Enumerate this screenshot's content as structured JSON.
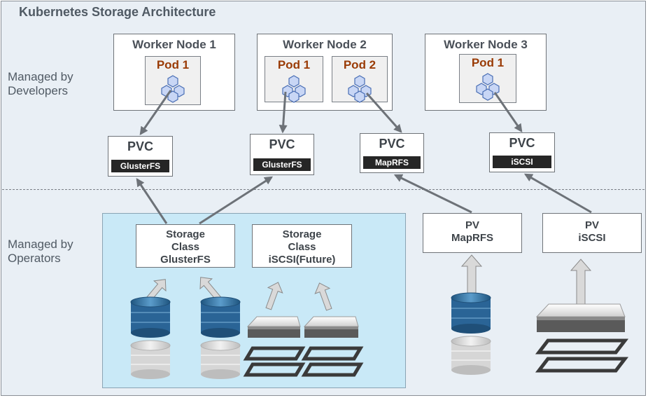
{
  "title": "Kubernetes Storage Architecture",
  "zones": {
    "developers": {
      "line1": "Managed by",
      "line2": "Developers"
    },
    "operators": {
      "line1": "Managed by",
      "line2": "Operators"
    }
  },
  "nodes": [
    {
      "title": "Worker Node 1",
      "pods": [
        "Pod 1"
      ]
    },
    {
      "title": "Worker Node 2",
      "pods": [
        "Pod 1",
        "Pod 2"
      ]
    },
    {
      "title": "Worker Node 3",
      "pods": [
        "Pod 1"
      ]
    }
  ],
  "pvcs": [
    {
      "label": "PVC",
      "tag": "GlusterFS"
    },
    {
      "label": "PVC",
      "tag": "GlusterFS"
    },
    {
      "label": "PVC",
      "tag": "MapRFS"
    },
    {
      "label": "PVC",
      "tag": "iSCSI"
    }
  ],
  "storage_classes": [
    {
      "line1": "Storage",
      "line2": "Class",
      "line3": "GlusterFS"
    },
    {
      "line1": "Storage",
      "line2": "Class",
      "line3": "iSCSI(Future)"
    }
  ],
  "pvs": [
    {
      "line1": "PV",
      "line2": "MapRFS"
    },
    {
      "line1": "PV",
      "line2": "iSCSI"
    }
  ],
  "colors": {
    "frame_bg": "#e9eff5",
    "operators_area": "#c9e9f7",
    "pod_label": "#9a3b06",
    "disk_blue": "#2a6496",
    "disk_gray": "#d6d6d6",
    "arrow": "#6d7278"
  }
}
